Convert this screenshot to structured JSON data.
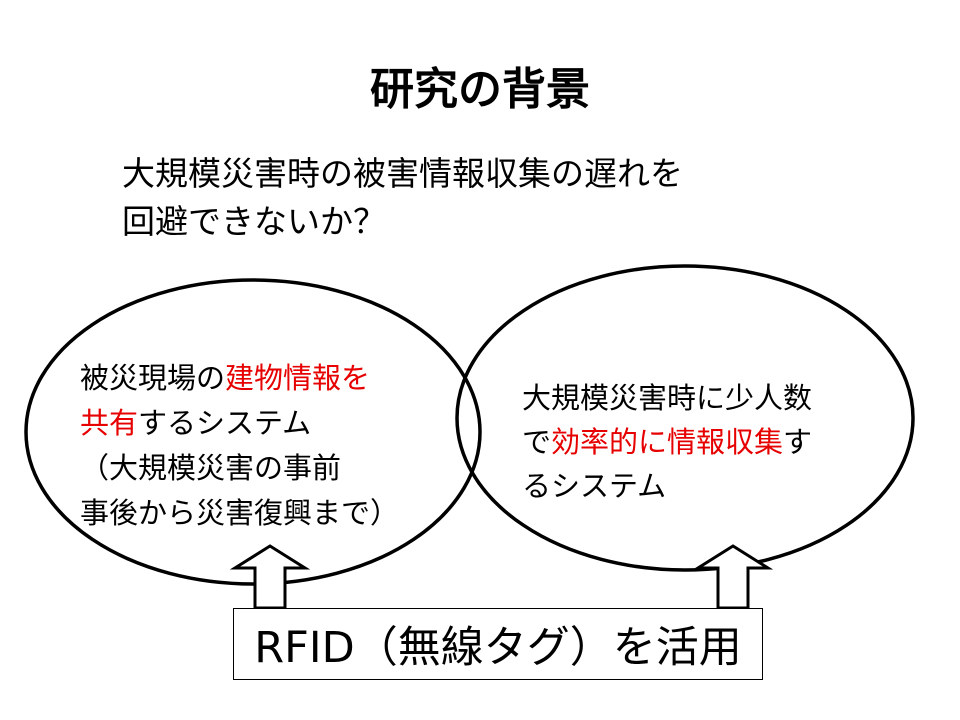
{
  "slide": {
    "title": "研究の背景",
    "question": {
      "line1": "大規模災害時の被害情報収集の遅れを",
      "line2": "回避できないか？"
    }
  },
  "left_circle": {
    "line1_a": "被災現場の",
    "line1_b": "建物情報を",
    "line2_a": "共有",
    "line2_b": "するシステム",
    "line3": "（大規模災害の事前",
    "line4": "事後から災害復興まで）"
  },
  "right_circle": {
    "line1": "大規模災害時に少人数",
    "line2_a": "で",
    "line2_b": "効率的に情報収集",
    "line2_c": "す",
    "line3": "るシステム"
  },
  "rfid_box": {
    "label": "RFID（無線タグ）を活用"
  },
  "colors": {
    "highlight": "#e60000",
    "text": "#000000",
    "background": "#ffffff"
  }
}
